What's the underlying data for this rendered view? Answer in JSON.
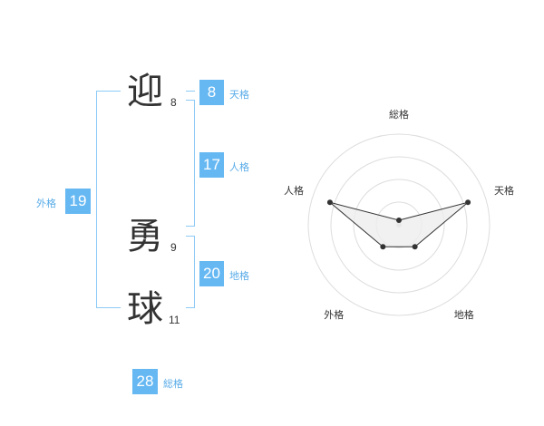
{
  "name": {
    "chars": [
      {
        "char": "迎",
        "strokes": "8"
      },
      {
        "char": "勇",
        "strokes": "9"
      },
      {
        "char": "球",
        "strokes": "11"
      }
    ]
  },
  "fortune": {
    "tenkaku": {
      "value": "8",
      "label": "天格"
    },
    "jinkaku": {
      "value": "17",
      "label": "人格"
    },
    "chikaku": {
      "value": "20",
      "label": "地格"
    },
    "gaikaku": {
      "value": "19",
      "label": "外格"
    },
    "soukaku": {
      "value": "28",
      "label": "総格"
    }
  },
  "chart_data": {
    "type": "radar",
    "axes": [
      "総格",
      "天格",
      "地格",
      "外格",
      "人格"
    ],
    "values": [
      0.05,
      0.8,
      0.3,
      0.3,
      0.8
    ],
    "max": 1,
    "rings": 4,
    "colors": {
      "line": "#333333",
      "fill": "#eeeeee",
      "ring": "#dddddd",
      "center": "#cccccc"
    }
  }
}
